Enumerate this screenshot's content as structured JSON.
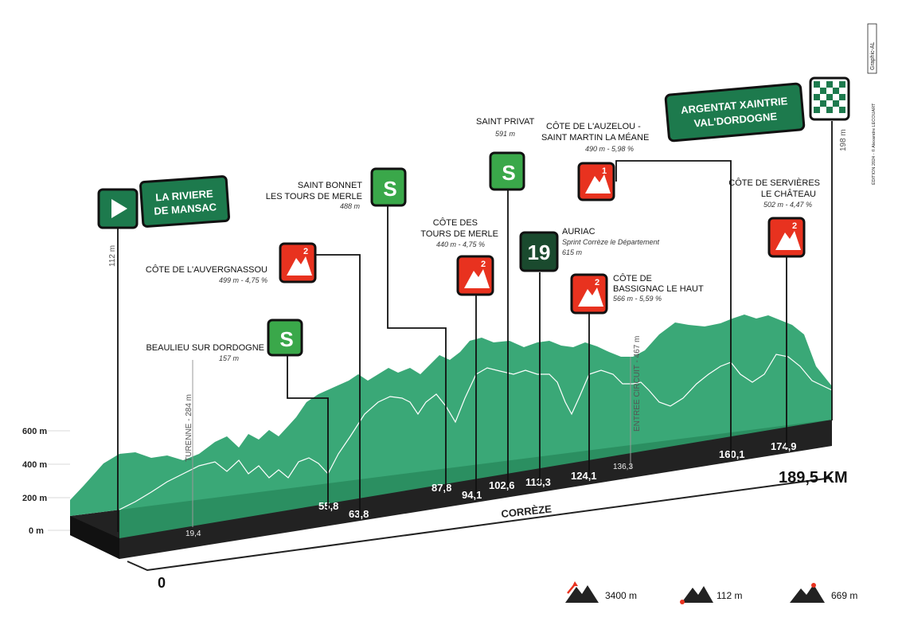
{
  "credits": {
    "tag": "Graphic-AL",
    "line": "ÉDITION 2024 - © Alexandre LECOUART"
  },
  "start": {
    "name_line1": "LA RIVIERE",
    "name_line2": "DE MANSAC",
    "alt": "112 m"
  },
  "finish": {
    "name_line1": "ARGENTAT XAINTRIE",
    "name_line2": "VAL'DORDOGNE",
    "alt": "198 m",
    "distance": "189,5 KM"
  },
  "region": "CORRÈZE",
  "zero_km": "0",
  "y_axis": [
    "600 m",
    "400 m",
    "200 m",
    "0 m"
  ],
  "markers": {
    "turenne": {
      "label": "TURENNE - 284 m",
      "km": "19,4"
    },
    "beaulieu": {
      "name": "BEAULIEU SUR DORDOGNE",
      "detail": "157 m",
      "km": "55,8",
      "badge": "S"
    },
    "auvergnassou": {
      "name": "CÔTE DE L'AUVERGNASSOU",
      "detail": "499 m - 4,75 %",
      "km": "63,8",
      "cat": "2"
    },
    "saint_bonnet": {
      "name_line1": "SAINT BONNET",
      "name_line2": "LES TOURS DE MERLE",
      "detail": "488 m",
      "km": "87,8",
      "badge": "S"
    },
    "tours_merle": {
      "name_line1": "CÔTE DES",
      "name_line2": "TOURS DE MERLE",
      "detail": "440 m - 4,75 %",
      "km": "94,1",
      "cat": "2"
    },
    "saint_privat": {
      "name": "SAINT PRIVAT",
      "detail": "591 m",
      "km": "102,6",
      "badge": "S"
    },
    "auriac": {
      "name": "AURIAC",
      "sub": "Sprint Corrèze le Département",
      "detail": "615 m",
      "km": "113,3",
      "badge": "19"
    },
    "bassignac": {
      "name_line1": "CÔTE DE",
      "name_line2": "BASSIGNAC LE HAUT",
      "detail": "566 m - 5,59 %",
      "km": "124,1",
      "cat": "2"
    },
    "entree": {
      "label": "ENTREE CIRCUIT - 467 m",
      "km": "136,3"
    },
    "auzelou": {
      "name_line1": "CÔTE DE L'AUZELOU -",
      "name_line2": "SAINT MARTIN LA MÉANE",
      "detail": "490 m - 5,98 %",
      "km": "160,1",
      "cat": "1"
    },
    "servieres": {
      "name_line1": "CÔTE DE SERVIÈRES",
      "name_line2": "LE CHÂTEAU",
      "detail": "502 m - 4,47 %",
      "km": "174,9",
      "cat": "2"
    }
  },
  "legend": [
    {
      "value": "3400 m",
      "icon": "mountain-elevation-gain-icon"
    },
    {
      "value": "112 m",
      "icon": "mountain-lowest-point-icon"
    },
    {
      "value": "669 m",
      "icon": "mountain-highest-point-icon"
    }
  ],
  "colors": {
    "green": "#2e9b68",
    "green_dark": "#1e6e49",
    "sprint_green": "#3aa84a",
    "climb_red": "#e8321f",
    "base": "#222222",
    "ink": "#111111"
  }
}
